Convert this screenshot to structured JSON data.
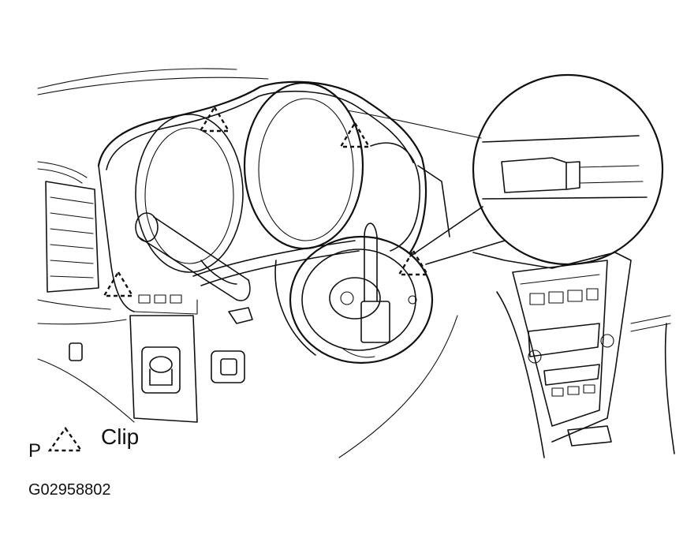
{
  "legend": {
    "prefix": "P",
    "label": "Clip"
  },
  "figure_code": "G02958802",
  "icons": [
    "clip-marker-icon"
  ],
  "colors": {
    "line": "#111111",
    "background": "#ffffff"
  }
}
